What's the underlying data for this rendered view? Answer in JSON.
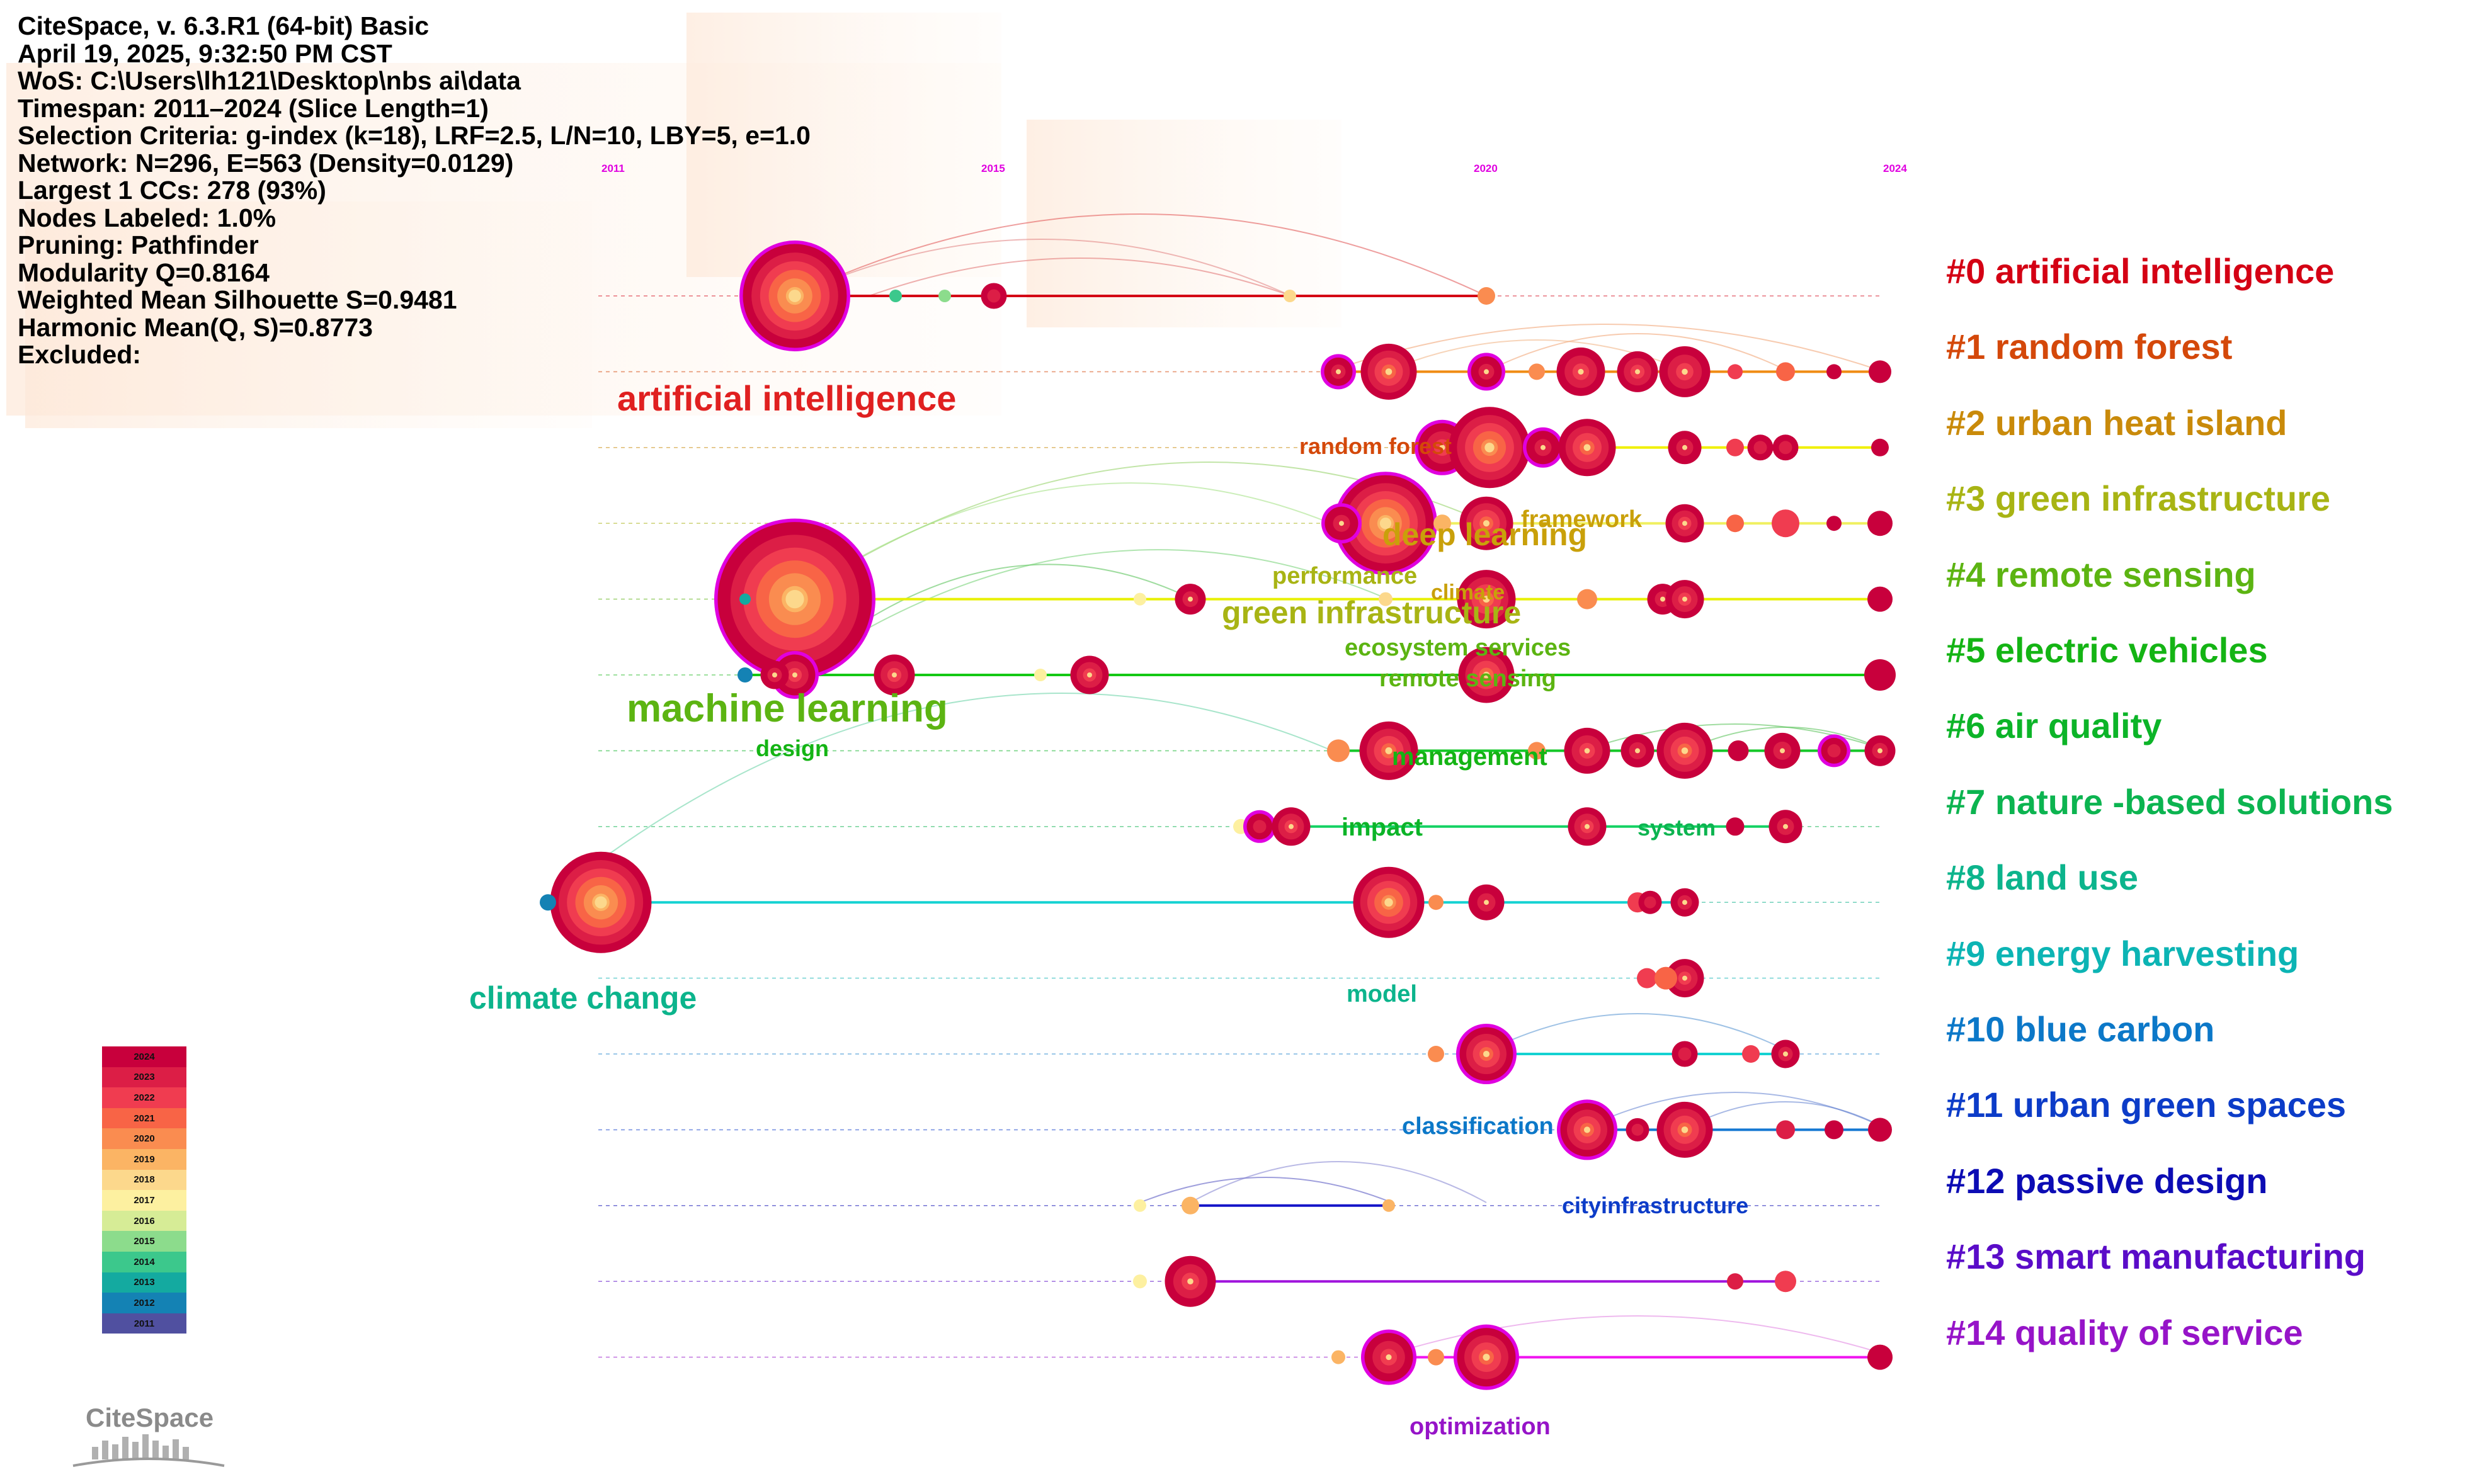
{
  "header_lines": [
    "CiteSpace, v. 6.3.R1 (64-bit) Basic",
    "April 19, 2025, 9:32:50 PM CST",
    "WoS: C:\\Users\\lh121\\Desktop\\nbs ai\\data",
    "Timespan: 2011–2024 (Slice Length=1)",
    "Selection Criteria: g-index (k=18), LRF=2.5, L/N=10, LBY=5, e=1.0",
    "Network: N=296, E=563 (Density=0.0129)",
    "Largest 1 CCs: 278 (93%)",
    "Nodes Labeled: 1.0%",
    "Pruning: Pathfinder",
    "Modularity Q=0.8164",
    "Weighted Mean Silhouette S=0.9481",
    "Harmonic Mean(Q, S)=0.8773",
    "Excluded:"
  ],
  "year_axis": [
    "2011",
    "2015",
    "2020",
    "2024"
  ],
  "clusters": [
    {
      "label": "#0 artificial intelligence",
      "color": "#d40014"
    },
    {
      "label": "#1 random forest",
      "color": "#d4480a"
    },
    {
      "label": "#2 urban heat island",
      "color": "#c98a0a"
    },
    {
      "label": "#3 green infrastructure",
      "color": "#a8b414"
    },
    {
      "label": "#4 remote sensing",
      "color": "#5cb412"
    },
    {
      "label": "#5 electric vehicles",
      "color": "#14b414"
    },
    {
      "label": "#6 air quality",
      "color": "#0cb428"
    },
    {
      "label": "#7 nature -based solutions",
      "color": "#0cb450"
    },
    {
      "label": "#8 land use",
      "color": "#0cb48c"
    },
    {
      "label": "#9 energy harvesting",
      "color": "#0cb4b4"
    },
    {
      "label": "#10 blue carbon",
      "color": "#0c78c8"
    },
    {
      "label": "#11 urban green spaces",
      "color": "#0c3cc8"
    },
    {
      "label": "#12 passive design",
      "color": "#0c0cb4"
    },
    {
      "label": "#13 smart manufacturing",
      "color": "#5a0cc8"
    },
    {
      "label": "#14 quality of service",
      "color": "#9614c8"
    }
  ],
  "keyword_labels": [
    {
      "text": "artificial intelligence",
      "color": "#e02020"
    },
    {
      "text": "random forest",
      "color": "#d4480a"
    },
    {
      "text": "deep learning",
      "color": "#c9a00a"
    },
    {
      "text": "framework",
      "color": "#c9a00a"
    },
    {
      "text": "performance",
      "color": "#a8b414"
    },
    {
      "text": "climate",
      "color": "#c9a00a"
    },
    {
      "text": "green infrastructure",
      "color": "#a8b414"
    },
    {
      "text": "ecosystem services",
      "color": "#5cb412"
    },
    {
      "text": "remote sensing",
      "color": "#5cb412"
    },
    {
      "text": "machine learning",
      "color": "#5cb412"
    },
    {
      "text": "design",
      "color": "#14b414"
    },
    {
      "text": "management",
      "color": "#14b414"
    },
    {
      "text": "impact",
      "color": "#0cb428"
    },
    {
      "text": "system",
      "color": "#0cb450"
    },
    {
      "text": "climate change",
      "color": "#0cb48c"
    },
    {
      "text": "model",
      "color": "#0cb48c"
    },
    {
      "text": "classification",
      "color": "#0c78c8"
    },
    {
      "text": "cityinfrastructure",
      "color": "#0c3cc8"
    },
    {
      "text": "optimization",
      "color": "#9614c8"
    }
  ],
  "legend_years": [
    "2024",
    "2023",
    "2022",
    "2021",
    "2020",
    "2019",
    "2018",
    "2017",
    "2016",
    "2015",
    "2014",
    "2013",
    "2012",
    "2011"
  ],
  "legend_colors": [
    "#c8003c",
    "#dc1e46",
    "#f03c50",
    "#f86446",
    "#fa8c50",
    "#fbb464",
    "#fcd88c",
    "#fdf0a0",
    "#d6ec96",
    "#8cdc8c",
    "#3cc88c",
    "#14aaa0",
    "#1482b4",
    "#5050a0"
  ],
  "logo_text": "CiteSpace"
}
